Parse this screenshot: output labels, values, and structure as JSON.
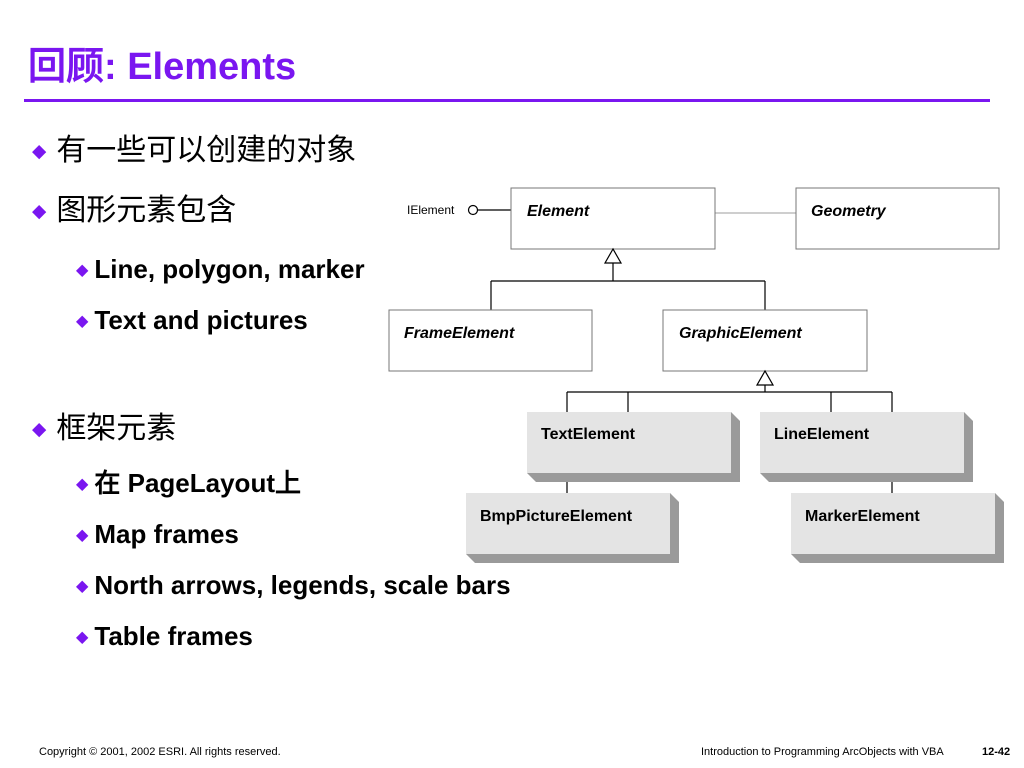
{
  "slide": {
    "title": "回顾: Elements"
  },
  "bullets": [
    {
      "level": 1,
      "text": "有一些可以创建的对象"
    },
    {
      "level": 1,
      "text": "图形元素包含"
    },
    {
      "level": 2,
      "text": "Line, polygon, marker"
    },
    {
      "level": 2,
      "text": "Text and pictures"
    },
    {
      "level": 1,
      "text": "框架元素"
    },
    {
      "level": 2,
      "text": "在 PageLayout上"
    },
    {
      "level": 2,
      "text": "Map frames"
    },
    {
      "level": 2,
      "text": "North arrows, legends, scale bars"
    },
    {
      "level": 2,
      "text": "Table frames"
    }
  ],
  "diagram": {
    "interface_label": "IElement",
    "classes": {
      "element": "Element",
      "geometry": "Geometry",
      "frame_element": "FrameElement",
      "graphic_element": "GraphicElement",
      "text_element": "TextElement",
      "line_element": "LineElement",
      "bmp_picture_element": "BmpPictureElement",
      "marker_element": "MarkerElement"
    }
  },
  "footer": {
    "copyright": "Copyright © 2001, 2002 ESRI.  All rights reserved.",
    "course": "Introduction to Programming ArcObjects with VBA",
    "page": "12-42"
  },
  "colors": {
    "accent": "#7a16f0",
    "coclass_fill": "#e4e4e4",
    "coclass_shadow": "#9a9a9a"
  }
}
